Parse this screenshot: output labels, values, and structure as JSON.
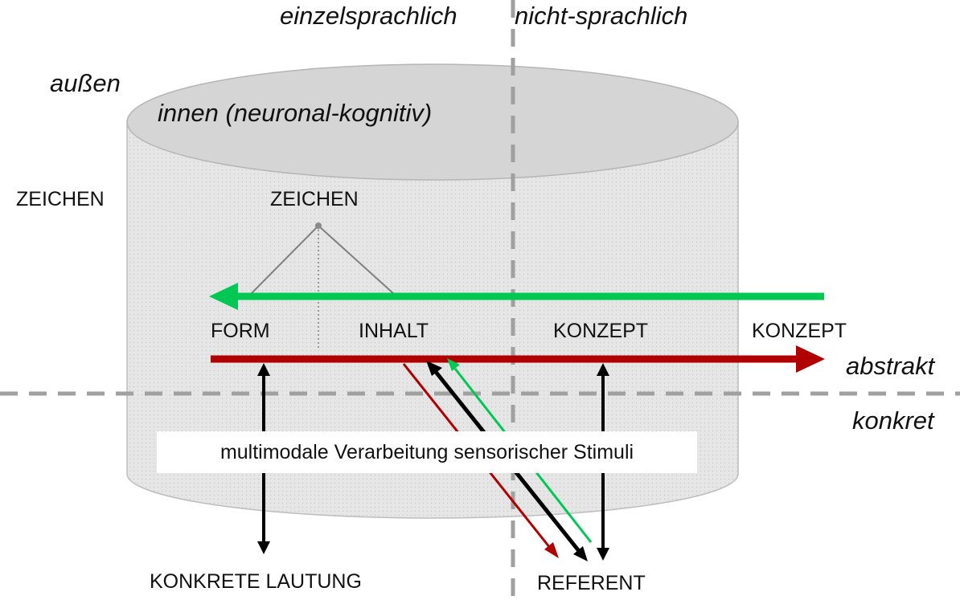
{
  "labels": {
    "einzelsprachlich": "einzelsprachlich",
    "nicht_sprachlich": "nicht-sprachlich",
    "aussen": "außen",
    "innen": "innen (neuronal-kognitiv)",
    "zeichen_outer": "ZEICHEN",
    "zeichen_inner": "ZEICHEN",
    "form": "FORM",
    "inhalt": "INHALT",
    "konzept_inner": "KONZEPT",
    "konzept_outer": "KONZEPT",
    "abstrakt": "abstrakt",
    "konkret": "konkret",
    "stimuli": "multimodale Verarbeitung sensorischer Stimuli",
    "konkrete_lautung": "KONKRETE LAUTUNG",
    "referent": "REFERENT"
  },
  "colors": {
    "green_arrow": "#00c853",
    "red_arrow": "#b00000",
    "black_arrow": "#000000",
    "dashed_divider": "#a0a0a0",
    "cylinder_body": "#e2e2e2",
    "cylinder_top": "#d4d4d4"
  }
}
